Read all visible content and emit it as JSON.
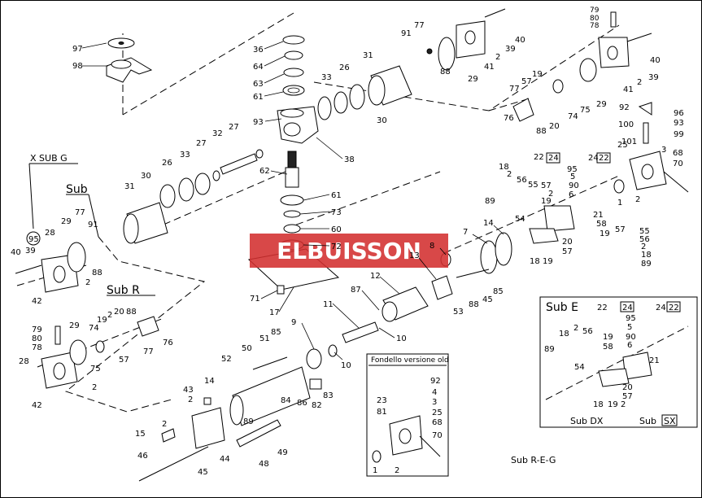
{
  "watermark": "ELBUISSON",
  "section_labels": {
    "x_sub_g": "X SUB G",
    "sub": "Sub",
    "sub_r": "Sub R",
    "sub_e": "Sub E",
    "sub_dx": "Sub DX",
    "sub_sx_prefix": "Sub",
    "sub_sx_boxed": "SX",
    "fondello": "Fondello versione old",
    "sub_reg": "Sub R-E-G"
  },
  "callouts": {
    "c97": "97",
    "c98": "98",
    "c36": "36",
    "c64": "64",
    "c63": "63",
    "c61a": "61",
    "c33a": "33",
    "c26a": "26",
    "c31a": "31",
    "c93a": "93",
    "c38": "38",
    "c30a": "30",
    "c91a": "91",
    "c77a": "77",
    "c88a": "88",
    "c29a": "29",
    "c2a": "2",
    "c41a": "41",
    "c39a": "39",
    "c40a": "40",
    "c79": "79",
    "c80": "80",
    "c78": "78",
    "c40b": "40",
    "c41b": "41",
    "c2b": "2",
    "c39b": "39",
    "c29b": "29",
    "c19a": "19",
    "c57a": "57",
    "c77b": "77",
    "c76a": "76",
    "c88b": "88",
    "c20a": "20",
    "c74a": "74",
    "c75a": "75",
    "c92a": "92",
    "c96": "96",
    "c93b": "93",
    "c100": "100",
    "c99": "99",
    "c101": "101",
    "c25a": "25",
    "c3a": "3",
    "c68a": "68",
    "c70a": "70",
    "c32": "32",
    "c27a": "27",
    "c27b": "27",
    "c33b": "33",
    "c26b": "26",
    "c30b": "30",
    "c31b": "31",
    "c62": "62",
    "c61b": "61",
    "c73": "73",
    "c60": "60",
    "c72": "72",
    "c71": "71",
    "c17": "17",
    "c22a": "22",
    "c24a": "24",
    "c24b": "24",
    "c22b": "22",
    "c18a": "18",
    "c2c": "2",
    "c56a": "56",
    "c55a": "55",
    "c57b": "57",
    "c2d": "2",
    "c19b": "19",
    "c89a": "89",
    "c95a": "95",
    "c5a": "5",
    "c90a": "90",
    "c6a": "6",
    "c1a": "1",
    "c2e": "2",
    "c54a": "54",
    "c21a": "21",
    "c58a": "58",
    "c19c": "19",
    "c57c": "57",
    "c55b": "55",
    "c56b": "56",
    "c2f": "2",
    "c18b": "18",
    "c89b": "89",
    "c20b": "20",
    "c57d": "57",
    "c18c": "18",
    "c19d": "19",
    "c14a": "14",
    "c7": "7",
    "c8": "8",
    "c13": "13",
    "c85a": "85",
    "c45a": "45",
    "c88c": "88",
    "c53": "53",
    "c12": "12",
    "c87": "87",
    "c11": "11",
    "c10a": "10",
    "c9": "9",
    "c10b": "10",
    "c96s": "95",
    "c28a": "28",
    "c29c": "29",
    "c77c": "77",
    "c91b": "91",
    "c39c": "39",
    "c40c": "40",
    "c88d": "88",
    "c2g": "2",
    "c42a": "42",
    "c79b": "79",
    "c80b": "80",
    "c78b": "78",
    "c29d": "29",
    "c74b": "74",
    "c19e": "19",
    "c2h": "2",
    "c20c": "20",
    "c88e": "88",
    "c75b": "75",
    "c57e": "57",
    "c77d": "77",
    "c76b": "76",
    "c28b": "28",
    "c2i": "2",
    "c42b": "42",
    "c50": "50",
    "c51": "51",
    "c85b": "85",
    "c52": "52",
    "c14b": "14",
    "c43": "43",
    "c2j": "2",
    "c84": "84",
    "c86": "86",
    "c83": "83",
    "c82": "82",
    "c89c": "89",
    "c15": "15",
    "c2k": "2",
    "c44": "44",
    "c48": "48",
    "c49": "49",
    "c46": "46",
    "c45b": "45",
    "c92b": "92",
    "c4": "4",
    "c3b": "3",
    "c23": "23",
    "c81": "81",
    "c25b": "25",
    "c68b": "68",
    "c70b": "70",
    "c1b": "1",
    "c2l": "2",
    "c22c": "22",
    "c24c": "24",
    "c24d": "24",
    "c22d": "22",
    "c95b": "95",
    "c5b": "5",
    "c18d": "18",
    "c2m": "2",
    "c56c": "56",
    "c89d": "89",
    "c19f": "19",
    "c58b": "58",
    "c90b": "90",
    "c6b": "6",
    "c54b": "54",
    "c21b": "21",
    "c20d": "20",
    "c57f": "57",
    "c18e": "18",
    "c19g": "19",
    "c2n": "2"
  }
}
